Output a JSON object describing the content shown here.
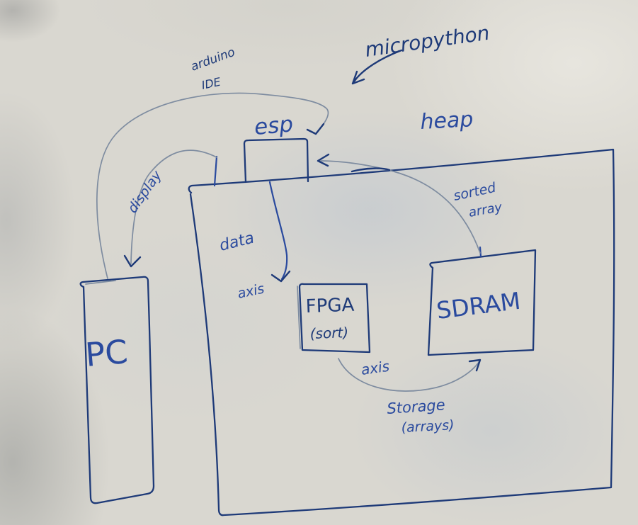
{
  "colors": {
    "ink": "#2a4a9e",
    "ink_dark": "#1e3a78",
    "ink_faded": "#7e8ca0",
    "board": "#d9d7d0"
  },
  "labels": {
    "micropython": "micropython",
    "arduino1": "arduino",
    "arduino2": "IDE",
    "esp": "esp",
    "heap": "heap",
    "display": "display",
    "data": "data",
    "axis_left": "axis",
    "sorted1": "sorted",
    "sorted2": "array",
    "pc": "PC",
    "fpga": "FPGA",
    "fpga_sort": "(sort)",
    "sdram": "SDRAM",
    "axis_bottom": "axis",
    "storage1": "Storage",
    "storage2": "(arrays)"
  },
  "connections": [
    {
      "from": "PC",
      "to": "esp",
      "label": "arduino IDE",
      "annotation": "micropython"
    },
    {
      "from": "esp",
      "to": "PC",
      "label": "display"
    },
    {
      "from": "esp",
      "to": "FPGA",
      "label": "data",
      "interface": "axis"
    },
    {
      "from": "SDRAM",
      "to": "esp",
      "label": "sorted array"
    },
    {
      "from": "FPGA",
      "to": "SDRAM",
      "label": "axis",
      "annotation": "Storage (arrays)"
    }
  ],
  "regions": {
    "big_box_annotation": "heap"
  }
}
